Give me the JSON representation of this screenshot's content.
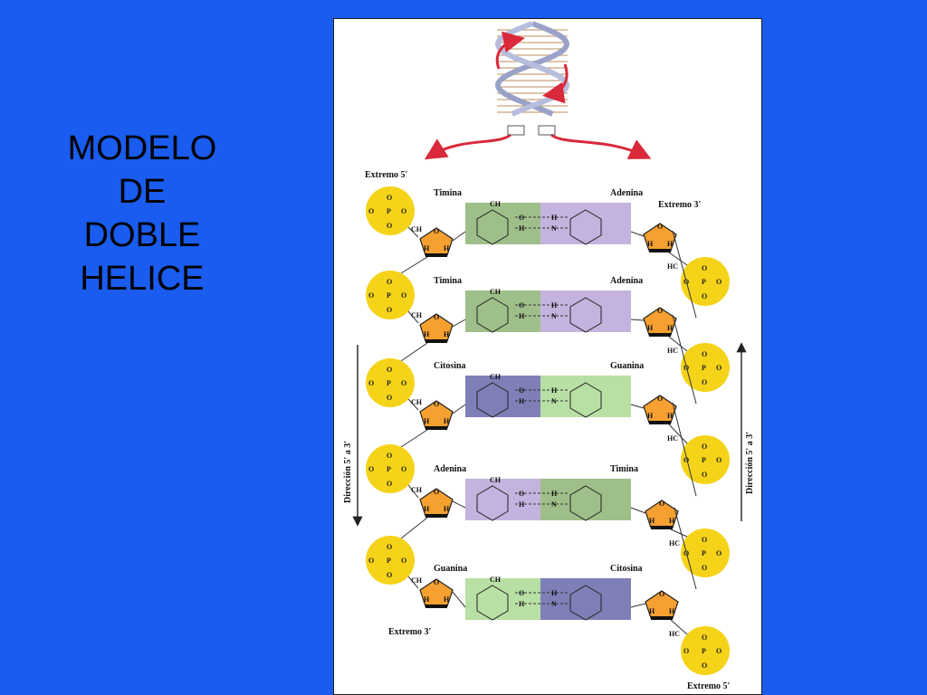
{
  "colors": {
    "background": "#1a5cf0",
    "phosphate": "#f5d319",
    "sugar": "#f5a030",
    "timina": "#9fbf8a",
    "adenina": "#c4b3de",
    "citosina": "#7f7fb8",
    "guanina": "#b9e0a4",
    "arrow": "#d9293a",
    "helix_ribbon": "#9aa2c8"
  },
  "title": {
    "lines": [
      "MODELO",
      "DE",
      "DOBLE",
      "HELICE"
    ]
  },
  "diagram": {
    "extremo_5_top": "Extremo 5'",
    "extremo_3_top": "Extremo 3'",
    "extremo_3_bottom": "Extremo 3'",
    "extremo_5_bottom": "Extremo 5'",
    "direccion_left": "Dirección 5' a 3'",
    "direccion_right": "Dirección 5' a 3'",
    "base_pairs": [
      {
        "left": "Timina",
        "right": "Adenina"
      },
      {
        "left": "Timina",
        "right": "Adenina"
      },
      {
        "left": "Citosina",
        "right": "Guanina"
      },
      {
        "left": "Adenina",
        "right": "Timina"
      },
      {
        "left": "Guanina",
        "right": "Citosina"
      }
    ],
    "atoms": {
      "O": "O",
      "P": "P",
      "H": "H",
      "N": "N",
      "CH": "CH",
      "CH3": "CH",
      "HC": "HC"
    }
  }
}
